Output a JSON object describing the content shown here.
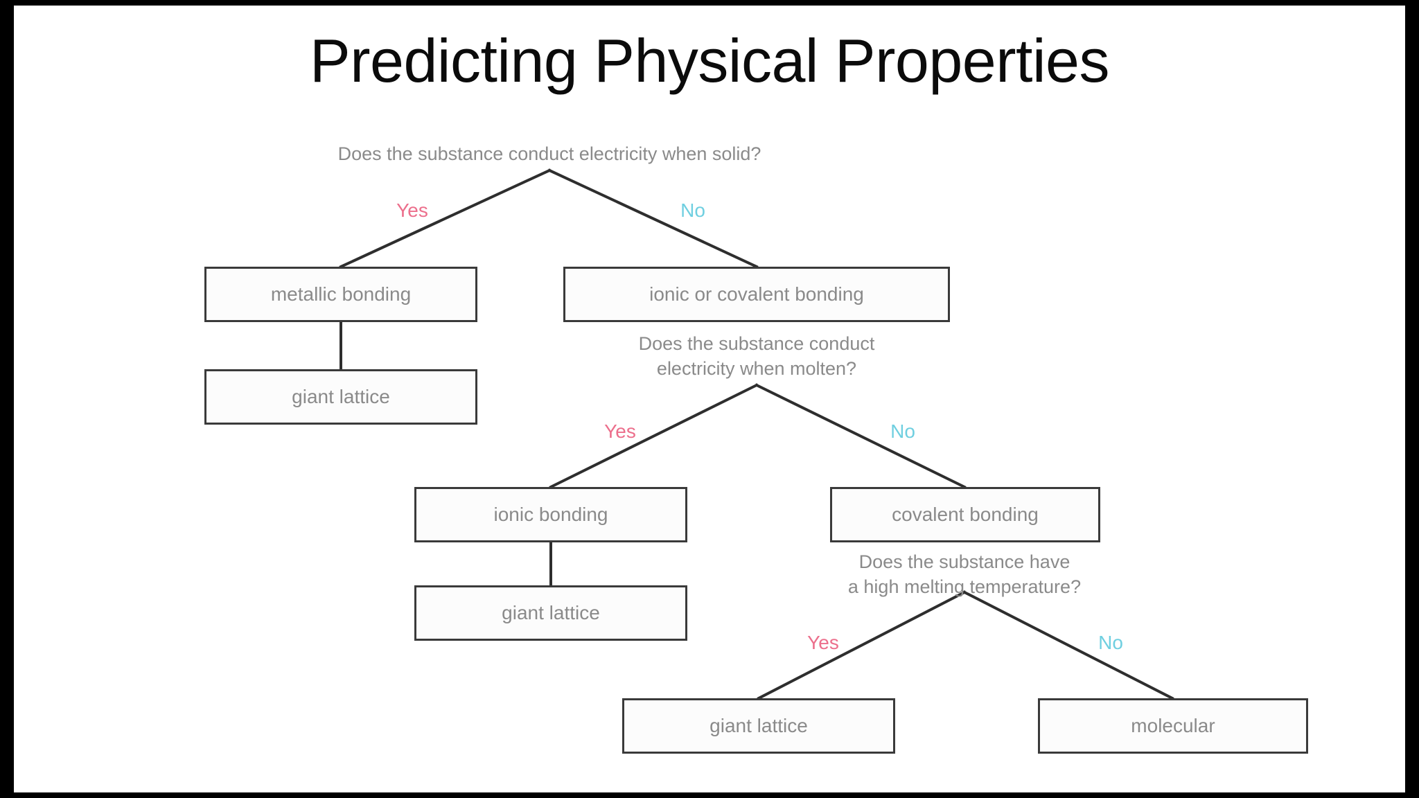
{
  "page": {
    "title": "Predicting Physical Properties",
    "background_color": "#000000",
    "canvas_color": "#ffffff"
  },
  "colors": {
    "yes_label": "#ec6f8c",
    "no_label": "#6fcfe0",
    "box_border": "#3a3a3a",
    "box_fill": "#fcfcfc",
    "body_text": "#8a8a8a",
    "title_text": "#0b0b0b"
  },
  "diagram": {
    "type": "decision-tree",
    "questions": [
      {
        "id": "q1",
        "text": "Does the substance conduct electricity when solid?"
      },
      {
        "id": "q2",
        "text": "Does the substance conduct\nelectricity when molten?"
      },
      {
        "id": "q3",
        "text": "Does the substance have\na high melting temperature?"
      }
    ],
    "edges": [
      {
        "id": "e1-yes",
        "from": "q1",
        "to": "metallic-bonding",
        "label": "Yes"
      },
      {
        "id": "e1-no",
        "from": "q1",
        "to": "ionic-or-covalent-bonding",
        "label": "No"
      },
      {
        "id": "e2-yes",
        "from": "q2",
        "to": "ionic-bonding",
        "label": "Yes"
      },
      {
        "id": "e2-no",
        "from": "q2",
        "to": "covalent-bonding",
        "label": "No"
      },
      {
        "id": "e3-yes",
        "from": "q3",
        "to": "giant-lattice-3",
        "label": "Yes"
      },
      {
        "id": "e3-no",
        "from": "q3",
        "to": "molecular",
        "label": "No"
      }
    ],
    "nodes": [
      {
        "id": "metallic-bonding",
        "label": "metallic bonding"
      },
      {
        "id": "ionic-or-covalent-bonding",
        "label": "ionic or covalent bonding"
      },
      {
        "id": "giant-lattice-1",
        "label": "giant lattice"
      },
      {
        "id": "ionic-bonding",
        "label": "ionic bonding"
      },
      {
        "id": "covalent-bonding",
        "label": "covalent bonding"
      },
      {
        "id": "giant-lattice-2",
        "label": "giant lattice"
      },
      {
        "id": "giant-lattice-3",
        "label": "giant lattice"
      },
      {
        "id": "molecular",
        "label": "molecular"
      }
    ]
  }
}
